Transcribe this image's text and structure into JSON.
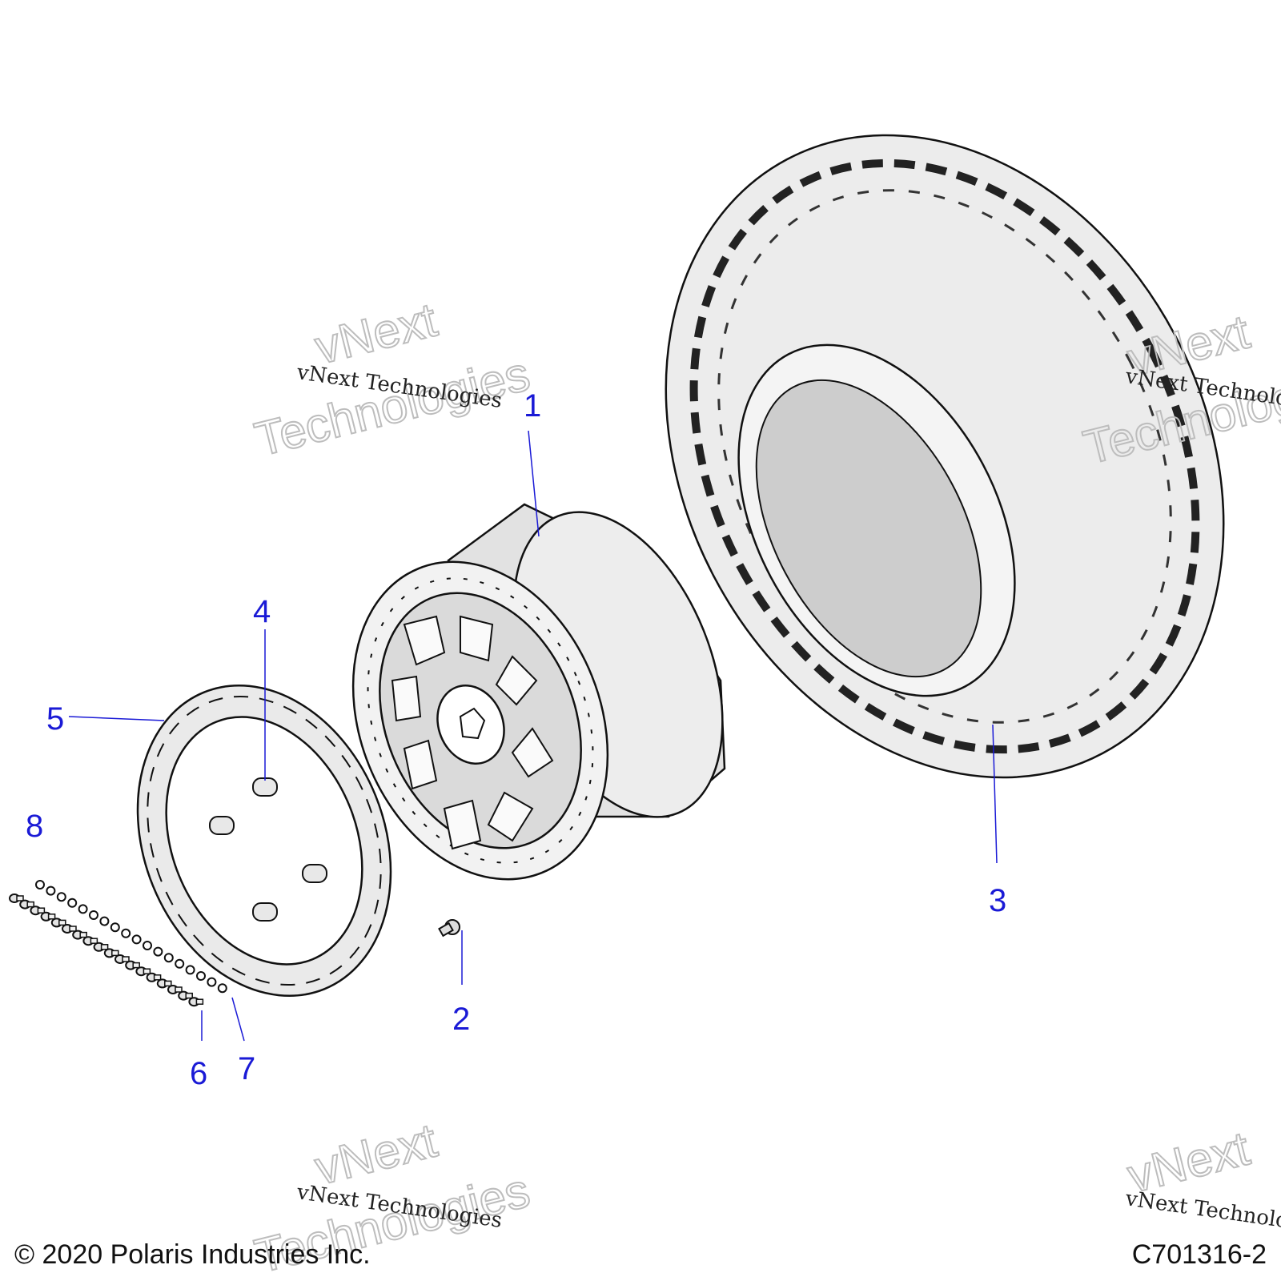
{
  "callouts": {
    "c1": "1",
    "c2": "2",
    "c3": "3",
    "c4": "4",
    "c5": "5",
    "c6": "6",
    "c7": "7",
    "c8": "8"
  },
  "watermark": {
    "mono_text": "vNext Technologies",
    "outline_line1": "vNext",
    "outline_line2": "Technologies"
  },
  "footer": {
    "copyright": "© 2020 Polaris Industries Inc.",
    "figure_code": "C701316-2"
  },
  "colors": {
    "callout": "#1a1ad6",
    "line": "#111111",
    "fill_light": "#e6e6e6",
    "fill_mid": "#cfcfcf"
  }
}
